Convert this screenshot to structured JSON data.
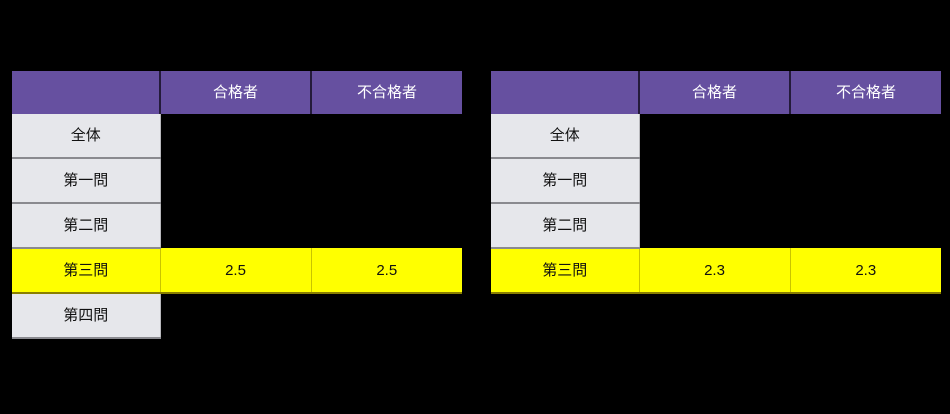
{
  "background_color": "#000000",
  "theme": {
    "header_fill": "#6650A0",
    "header_text": "#FFFFFF",
    "row_fill": "#E6E7EB",
    "row_text": "#111111",
    "highlight_fill": "#FFFF00",
    "highlight_text": "#111111",
    "row_divider": "#8A8A8F"
  },
  "tables": [
    {
      "id": "table-left",
      "columns": [
        "",
        "合格者",
        "不合格者"
      ],
      "rows": [
        {
          "label": "全体",
          "values": [
            "",
            ""
          ],
          "highlight": false
        },
        {
          "label": "第一問",
          "values": [
            "",
            ""
          ],
          "highlight": false
        },
        {
          "label": "第二問",
          "values": [
            "",
            ""
          ],
          "highlight": false
        },
        {
          "label": "第三問",
          "values": [
            "2.5",
            "2.5"
          ],
          "highlight": true
        },
        {
          "label": "第四問",
          "values": [
            "",
            ""
          ],
          "highlight": false
        }
      ]
    },
    {
      "id": "table-right",
      "columns": [
        "",
        "合格者",
        "不合格者"
      ],
      "rows": [
        {
          "label": "全体",
          "values": [
            "",
            ""
          ],
          "highlight": false
        },
        {
          "label": "第一問",
          "values": [
            "",
            ""
          ],
          "highlight": false
        },
        {
          "label": "第二問",
          "values": [
            "",
            ""
          ],
          "highlight": false
        },
        {
          "label": "第三問",
          "values": [
            "2.3",
            "2.3"
          ],
          "highlight": true
        }
      ]
    }
  ]
}
